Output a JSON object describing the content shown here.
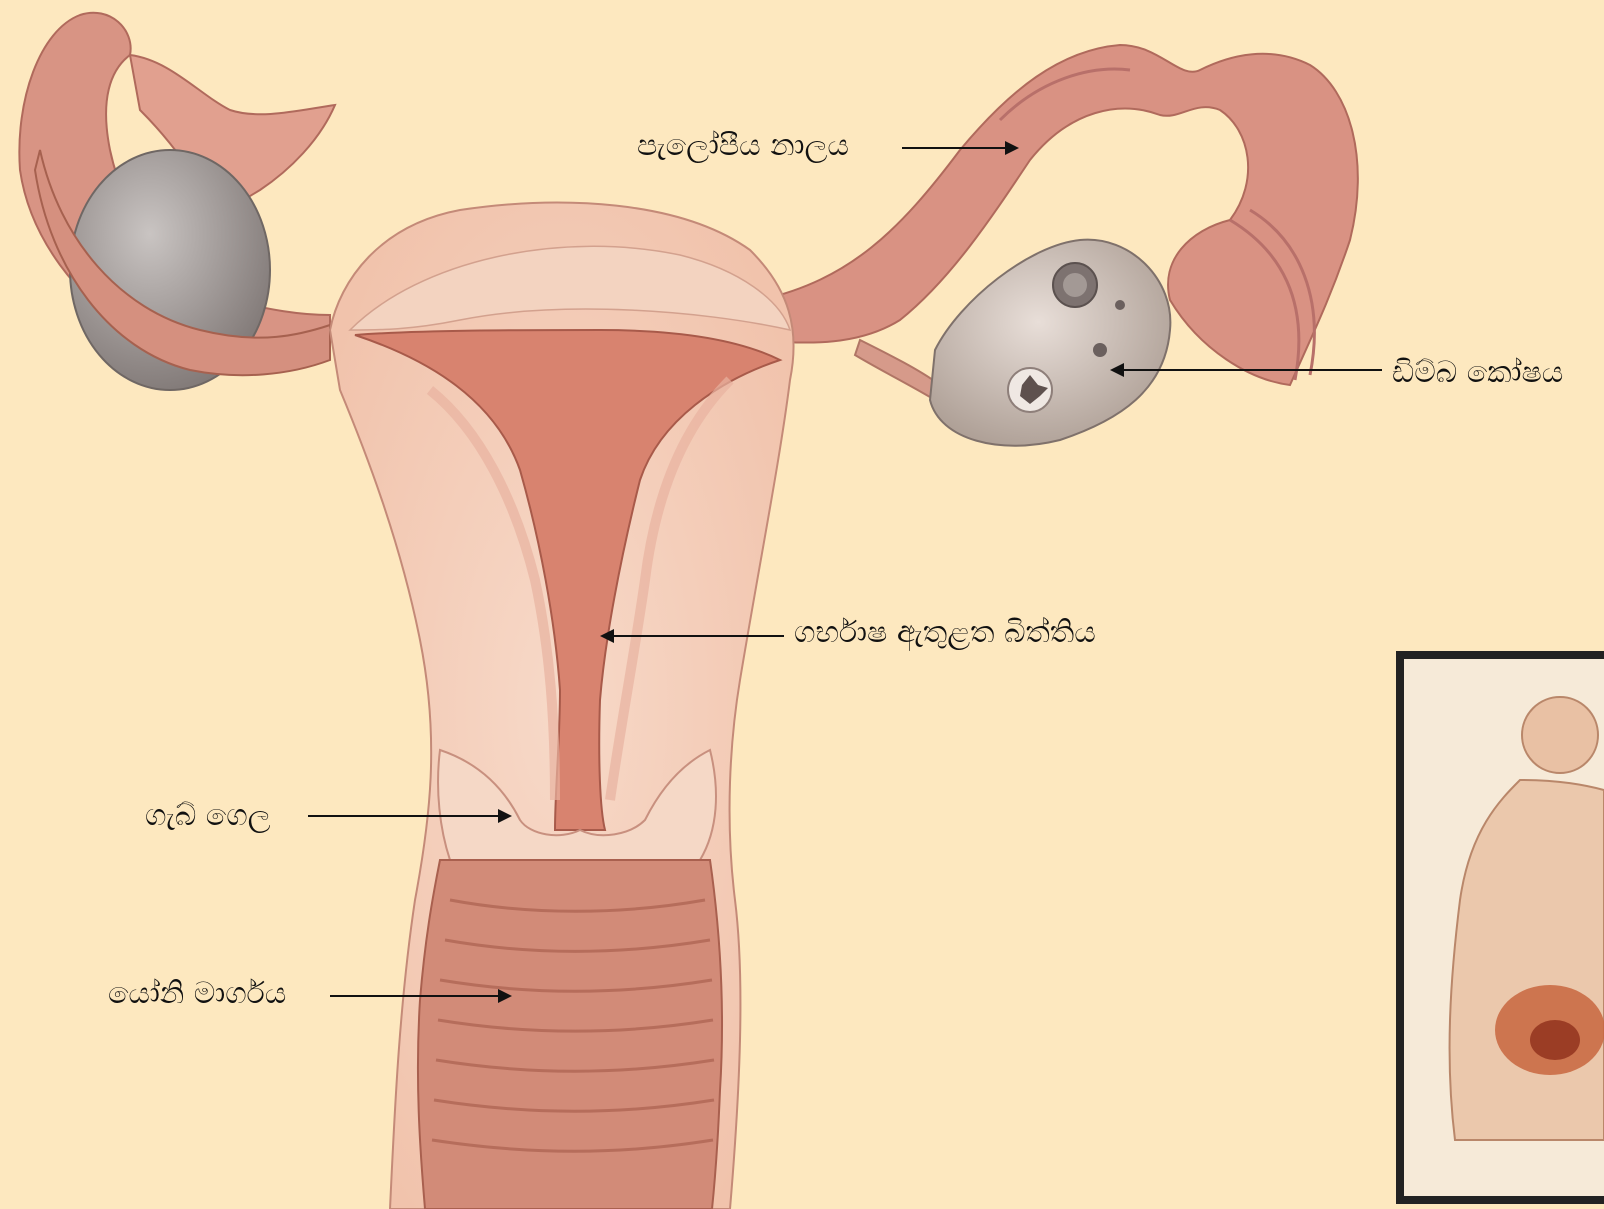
{
  "labels": {
    "fallopian_tube": "පැලෝපීය නාලය",
    "ovary": "ඩිම්බ කෝෂය",
    "endometrium": "ගර්භාෂ ඇතුළත බිත්තිය",
    "cervix": "ගැබ් ගෙල",
    "vagina": "යෝනි මාර්ගය"
  },
  "colors": {
    "background": "#fde8bf",
    "tissue": "#f1c6b0",
    "tissue_dark": "#c97a6c",
    "cavity": "#d88472",
    "ovary_grey": "#a39b98",
    "arrow": "#111111"
  }
}
